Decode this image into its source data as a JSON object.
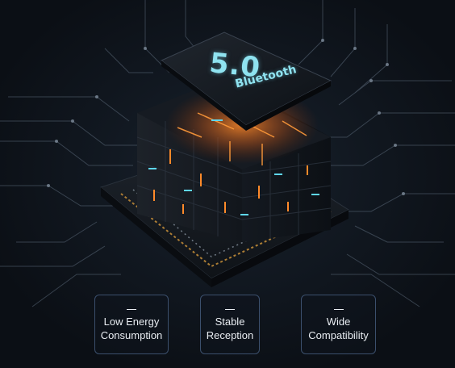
{
  "chip": {
    "version": "5.0",
    "name": "Bluetooth"
  },
  "features": [
    {
      "line1": "Low Energy",
      "line2": "Consumption"
    },
    {
      "line1": "Stable",
      "line2": "Reception"
    },
    {
      "line1": "Wide",
      "line2": "Compatibility"
    }
  ],
  "colors": {
    "background": "#0b0f15",
    "chip_text": "#8fe3f0",
    "glow_orange": "#ff8a2a",
    "glow_cyan": "#5fd7ee",
    "card_border": "#3b4f6c",
    "card_text": "#e9edf2"
  }
}
